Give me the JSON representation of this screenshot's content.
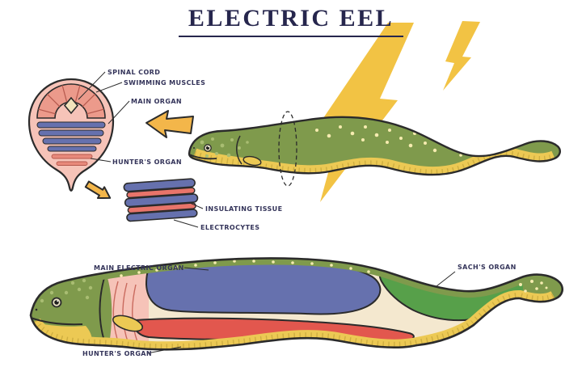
{
  "title": "ELECTRIC EEL",
  "cross_section": {
    "spinal_cord": "SPINAL CORD",
    "swimming_muscles": "SWIMMING MUSCLES",
    "main_organ": "MAIN ORGAN",
    "hunters_organ": "HUNTER'S ORGAN"
  },
  "electrocyte_detail": {
    "insulating_tissue": "INSULATING TISSUE",
    "electrocytes": "ELECTROCYTES"
  },
  "anatomy": {
    "main_electric_organ": "MAIN ELECTRIC ORGAN",
    "sachs_organ": "SACH'S ORGAN",
    "hunters_organ": "HUNTER'S ORGAN"
  },
  "colors": {
    "title_text": "#26264d",
    "label_text": "#34345a",
    "outline": "#2b2b2b",
    "eel_green": "#7f9a4c",
    "belly_yellow": "#ecc954",
    "lightning_yellow": "#f2c344",
    "arrow_yellow": "#f3b64a",
    "organ_blue": "#6671ae",
    "organ_red": "#e2574e",
    "organ_green": "#57a04a",
    "electrocyte_red": "#e8746a",
    "tissue_pink": "#f6c3b8",
    "muscle_salmon": "#ec9a8b",
    "body_cream": "#f4e8cf"
  }
}
